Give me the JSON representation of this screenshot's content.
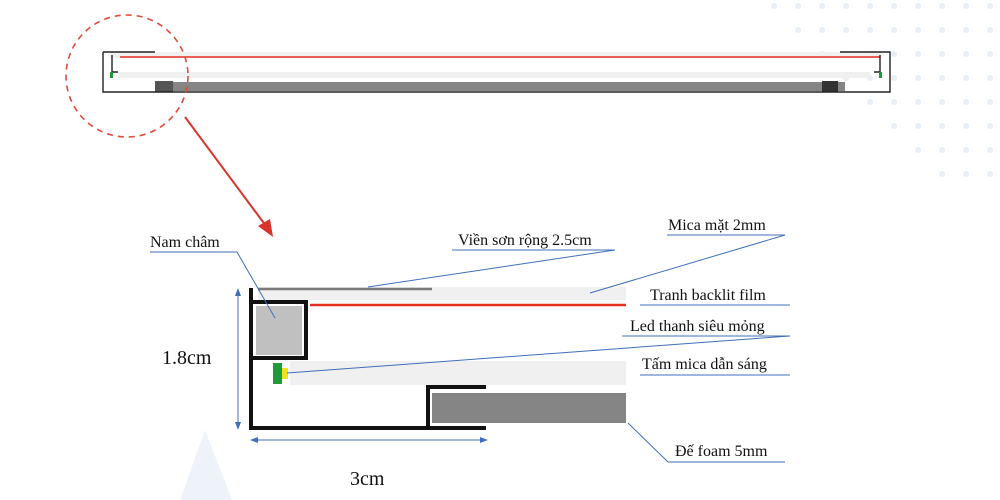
{
  "labels": {
    "magnet": "Nam châm",
    "paint_border": "Viền sơn rộng 2.5cm",
    "mica_face": "Mica mặt 2mm",
    "backlit_film": "Tranh backlit film",
    "led_bar": "Led thanh siêu mỏng",
    "light_guide": "Tấm mica dẫn sáng",
    "foam_base": "Đế foam 5mm"
  },
  "dimensions": {
    "height": "1.8cm",
    "width": "3cm"
  },
  "colors": {
    "frame": "#111111",
    "film": "#e53020",
    "callout_circle": "#e04a3a",
    "arrow": "#d9342b",
    "leader": "#3f6fb8",
    "mica": "#f0f0f0",
    "foam": "#858585",
    "magnet": "#c0c0c0",
    "led_green": "#1e9c3a",
    "led_yellow": "#f2e21e",
    "dots": "#e8eef6"
  }
}
